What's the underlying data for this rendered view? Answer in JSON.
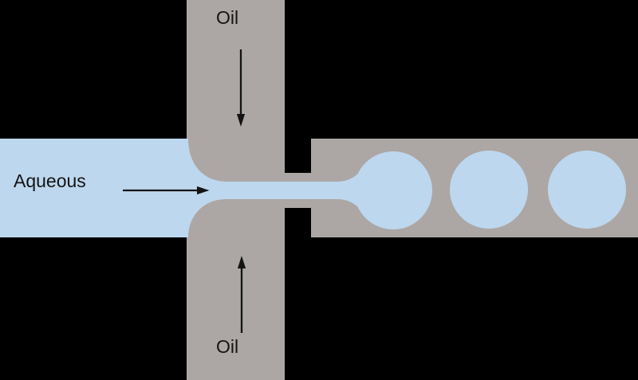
{
  "diagram": {
    "labels": {
      "oil_top": "Oil",
      "aqueous": "Aqueous",
      "oil_bottom": "Oil"
    },
    "colors": {
      "background": "#000000",
      "channel_gray": "#aca7a4",
      "fluid_blue": "#bdd7ee",
      "ink": "#141414"
    }
  }
}
